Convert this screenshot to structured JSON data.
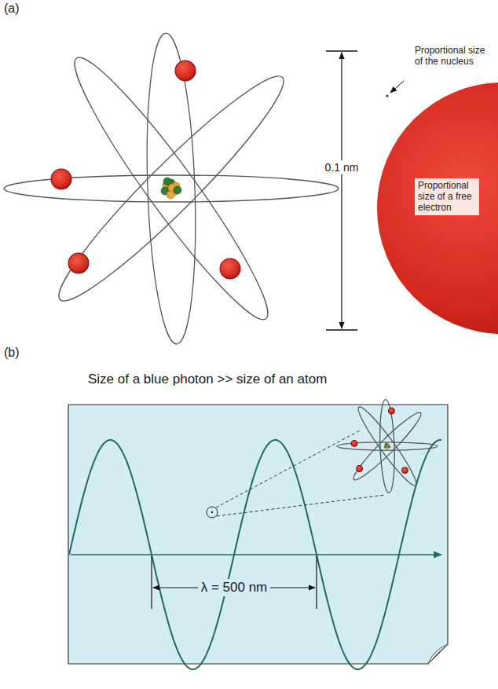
{
  "diagram": {
    "nodes": [
      {
        "text": [
          "Proportional size of a free electron"
        ]
      },
      {
        "text": [
          "Size of a blue photon >> size of an atom",
          "λ = 500 nm"
        ]
      }
    ],
    "labels": [
      "(a)",
      "Proportional size of the nucleus",
      "0.1 nm",
      "(b)"
    ]
  }
}
